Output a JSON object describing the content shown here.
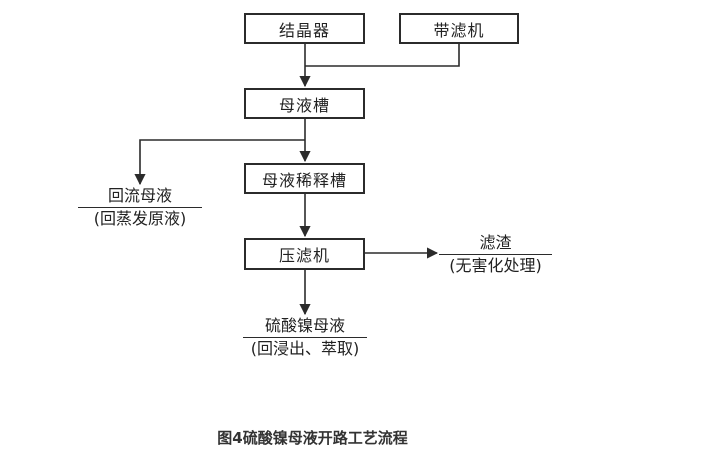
{
  "nodes": {
    "crystallizer": "结晶器",
    "belt_filter": "带滤机",
    "mother_liquor_tank": "母液槽",
    "dilution_tank": "母液稀释槽",
    "filter_press": "压滤机"
  },
  "outputs": {
    "return_liquor": {
      "top": "回流母液",
      "bottom": "(回蒸发原液)"
    },
    "filter_residue": {
      "top": "滤渣",
      "bottom": "(无害化处理)"
    },
    "nickel_sulfate_liquor": {
      "top": "硫酸镍母液",
      "bottom": "(回浸出、萃取)"
    }
  },
  "caption": "图4硫酸镍母液开路工艺流程"
}
